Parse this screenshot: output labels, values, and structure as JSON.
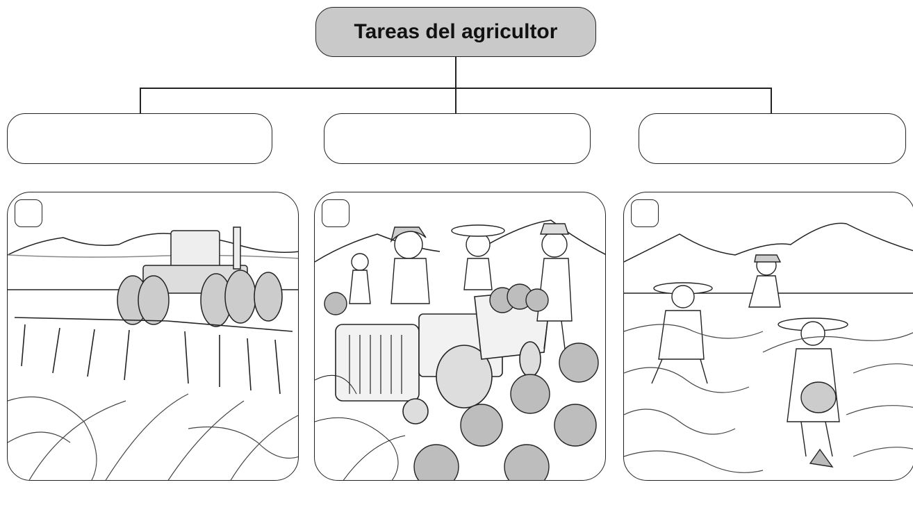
{
  "diagram": {
    "title": "Tareas del agricultor",
    "labels": [
      "",
      "",
      ""
    ],
    "panels": [
      {
        "scene": "tractor-plowing-field-illustration",
        "checkbox": ""
      },
      {
        "scene": "watermelon-harvest-illustration",
        "checkbox": ""
      },
      {
        "scene": "sowing-seeds-illustration",
        "checkbox": ""
      }
    ]
  },
  "colors": {
    "title_fill": "#c9c9c9",
    "stroke": "#222222"
  }
}
